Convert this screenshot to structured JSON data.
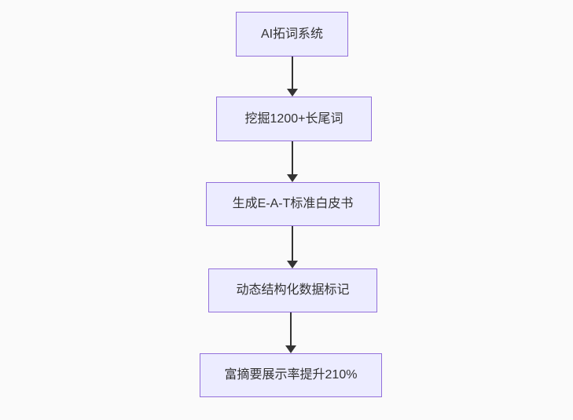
{
  "page": {
    "background_color": "#fafafa"
  },
  "flowchart": {
    "type": "flowchart",
    "direction": "top-down",
    "node_fill_color": "#ececff",
    "node_border_color": "#9370db",
    "node_text_color": "#333333",
    "arrow_color": "#333333",
    "nodes": [
      {
        "id": "A",
        "label": "AI拓词系统"
      },
      {
        "id": "B",
        "label": "挖掘1200+长尾词"
      },
      {
        "id": "C",
        "label": "生成E-A-T标准白皮书"
      },
      {
        "id": "D",
        "label": "动态结构化数据标记"
      },
      {
        "id": "E",
        "label": "富摘要展示率提升210%"
      }
    ],
    "edges": [
      {
        "from": "A",
        "to": "B"
      },
      {
        "from": "B",
        "to": "C"
      },
      {
        "from": "C",
        "to": "D"
      },
      {
        "from": "D",
        "to": "E"
      }
    ]
  }
}
